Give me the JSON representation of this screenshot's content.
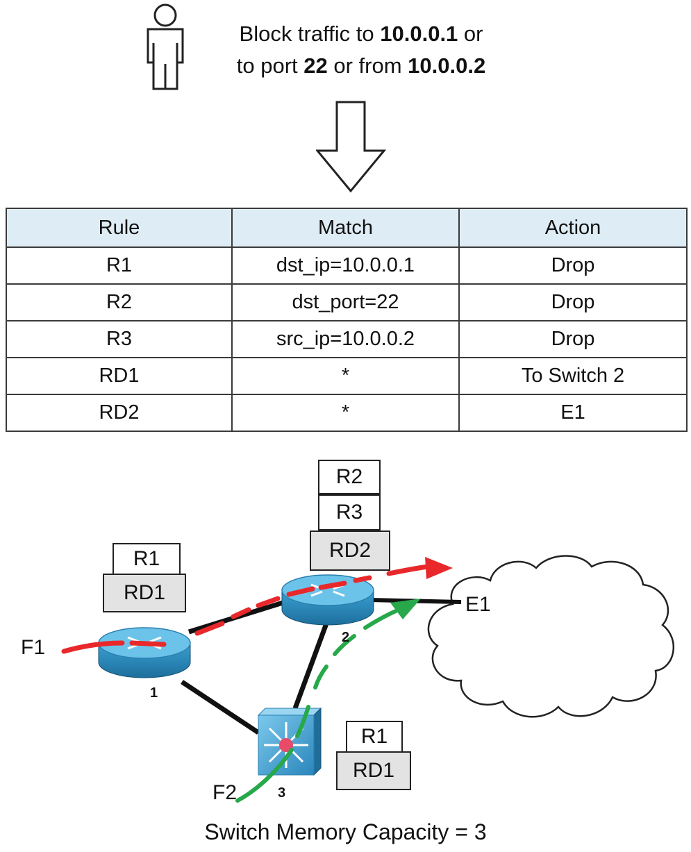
{
  "policy": {
    "line1_prefix": "Block traffic to ",
    "line1_bold": "10.0.0.1",
    "line1_suffix": " or",
    "line2_prefix": "to port ",
    "line2_bold1": "22",
    "line2_middle": " or from ",
    "line2_bold2": "10.0.0.2"
  },
  "table": {
    "headers": [
      "Rule",
      "Match",
      "Action"
    ],
    "rows": [
      [
        "R1",
        "dst_ip=10.0.0.1",
        "Drop"
      ],
      [
        "R2",
        "dst_port=22",
        "Drop"
      ],
      [
        "R3",
        "src_ip=10.0.0.2",
        "Drop"
      ],
      [
        "RD1",
        "*",
        "To Switch 2"
      ],
      [
        "RD2",
        "*",
        "E1"
      ]
    ]
  },
  "network": {
    "switch1": {
      "number": "1",
      "rules": [
        "R1",
        "RD1"
      ]
    },
    "switch2": {
      "number": "2",
      "rules": [
        "R2",
        "R3",
        "RD2"
      ]
    },
    "switch3": {
      "number": "3",
      "rules": [
        "R1",
        "RD1"
      ]
    },
    "flows": [
      "F1",
      "F2"
    ],
    "egress": "E1",
    "colors": {
      "flow1": "#e8282a",
      "flow2": "#27a84a",
      "router": "#3f9fd0",
      "router_top": "#6cc3ea"
    }
  },
  "caption": "Switch Memory Capacity = 3"
}
